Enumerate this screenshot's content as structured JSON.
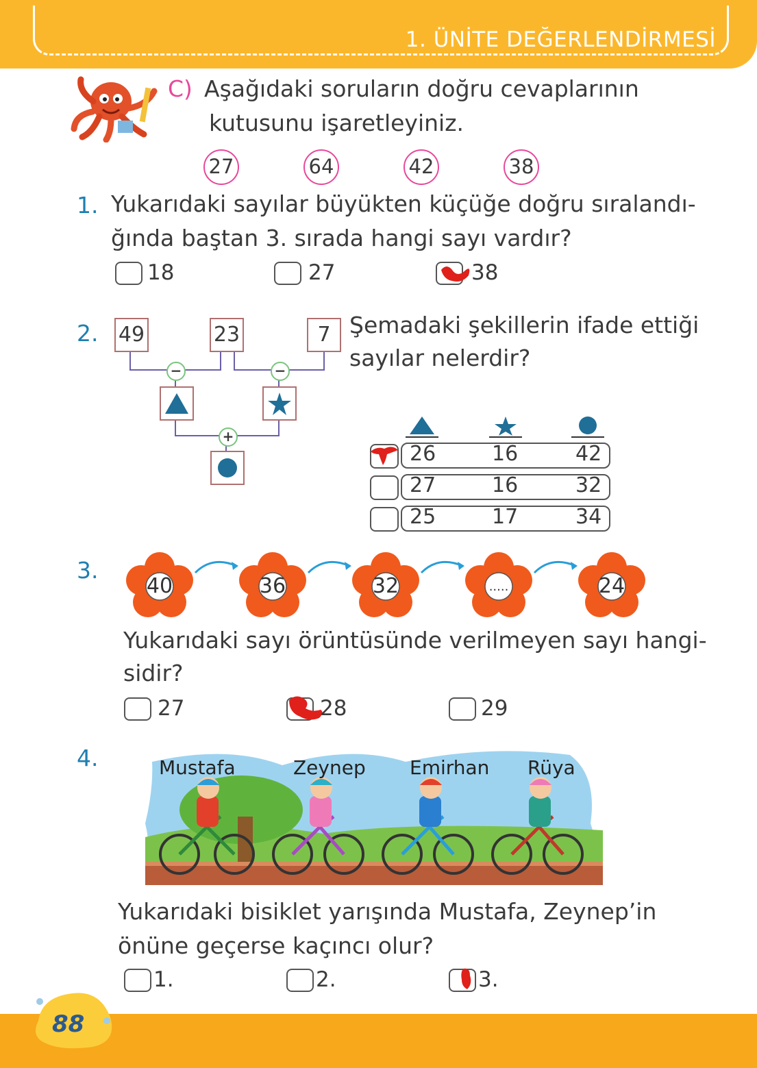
{
  "header": {
    "title": "1. ÜNİTE DEĞERLENDİRMESİ"
  },
  "section": {
    "letter": "C)",
    "instruction_line1": "Aşağıdaki soruların doğru cevaplarının",
    "instruction_line2": "kutusunu işaretleyiniz."
  },
  "numbers": [
    "27",
    "64",
    "42",
    "38"
  ],
  "q1": {
    "num": "1.",
    "line1": "Yukarıdaki sayılar büyükten küçüğe doğru sıralandı-",
    "line2": "ğında baştan 3. sırada hangi sayı vardır?",
    "options": [
      "18",
      "27",
      "38"
    ]
  },
  "q2": {
    "num": "2.",
    "line1": "Şemadaki şekillerin ifade ettiği",
    "line2": "sayılar nelerdir?",
    "top_values": [
      "49",
      "23",
      "7"
    ],
    "op_minus": "−",
    "op_plus": "+",
    "rows": [
      [
        "26",
        "16",
        "42"
      ],
      [
        "27",
        "16",
        "32"
      ],
      [
        "25",
        "17",
        "34"
      ]
    ]
  },
  "q3": {
    "num": "3.",
    "flowers": [
      "40",
      "36",
      "32",
      ".....",
      "24"
    ],
    "line1": "Yukarıdaki sayı örüntüsünde verilmeyen sayı hangi-",
    "line2": "sidir?",
    "options": [
      "27",
      "28",
      "29"
    ]
  },
  "q4": {
    "num": "4.",
    "names": [
      "Mustafa",
      "Zeynep",
      "Emirhan",
      "Rüya"
    ],
    "line1": "Yukarıdaki bisiklet yarışında Mustafa, Zeynep’in",
    "line2": "önüne geçerse kaçıncı olur?",
    "options": [
      "1.",
      "2.",
      "3."
    ]
  },
  "footer": {
    "page_number": "88"
  },
  "colors": {
    "header": "#fbb72c",
    "footer": "#f7a81b",
    "accent_blue": "#1f7fb0",
    "pink": "#e8489b",
    "flower": "#f05a1c",
    "mark_red": "#e0201a"
  }
}
